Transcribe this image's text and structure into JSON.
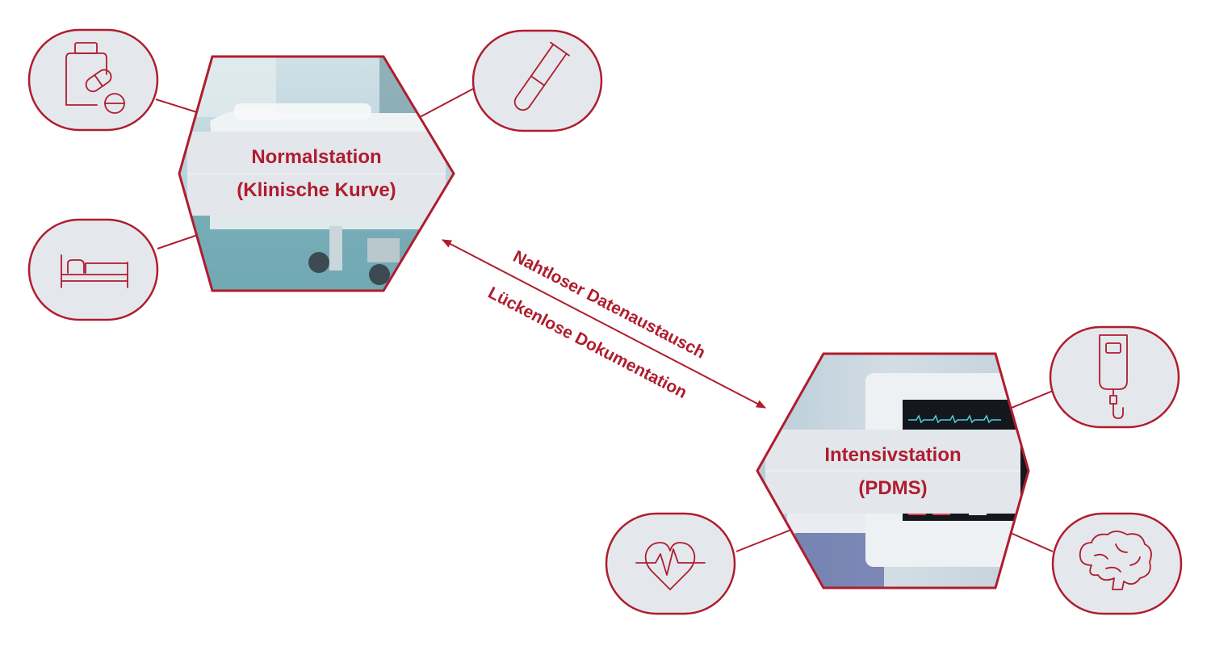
{
  "colors": {
    "accent": "#b01c2e",
    "node_fill": "#e4e8ed",
    "label_band": "#e3e7ec"
  },
  "nodes": {
    "normalstation": {
      "title_line1": "Normalstation",
      "title_line2": "(Klinische Kurve)",
      "photo": "hospital-bed-photo"
    },
    "intensivstation": {
      "title_line1": "Intensivstation",
      "title_line2": "(PDMS)",
      "photo": "patient-monitor-photo"
    }
  },
  "flow": {
    "label_1": "Nahtloser Datenaustausch",
    "label_2": "Lückenlose Dokumentation",
    "direction": "bidirectional"
  },
  "icons": {
    "normalstation": [
      "medication-icon",
      "test-tube-icon",
      "bed-icon"
    ],
    "intensivstation": [
      "iv-bag-icon",
      "heartbeat-icon",
      "brain-icon"
    ]
  }
}
